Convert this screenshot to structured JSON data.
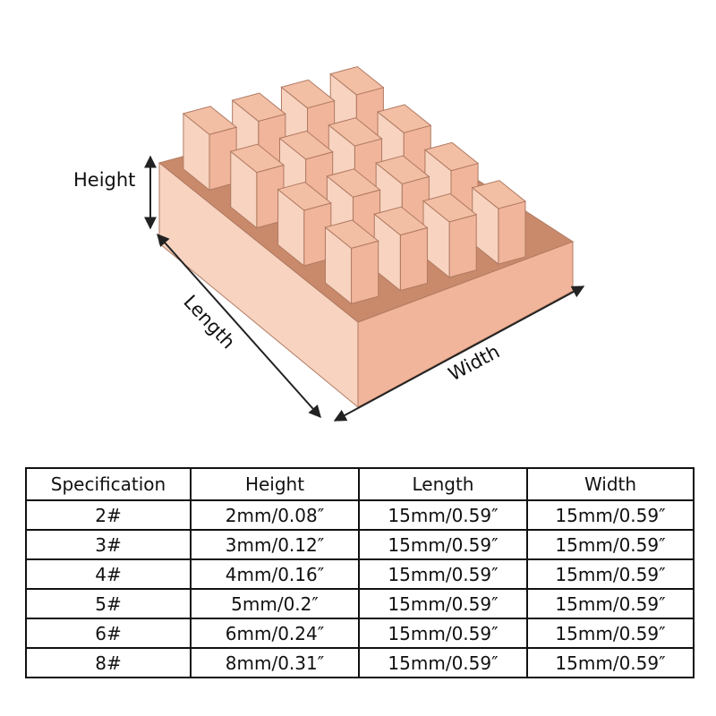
{
  "diagram": {
    "labels": {
      "height": "Height",
      "length": "Length",
      "width": "Width"
    },
    "colors": {
      "copper_top": "#f3bfa4",
      "copper_side": "#f0b59a",
      "copper_front": "#f7d3c0",
      "copper_dark": "#c98a6c",
      "outline": "#b07a62"
    }
  },
  "table": {
    "headers": [
      "Specification",
      "Height",
      "Length",
      "Width"
    ],
    "rows": [
      [
        "2#",
        "2mm/0.08″",
        "15mm/0.59″",
        "15mm/0.59″"
      ],
      [
        "3#",
        "3mm/0.12″",
        "15mm/0.59″",
        "15mm/0.59″"
      ],
      [
        "4#",
        "4mm/0.16″",
        "15mm/0.59″",
        "15mm/0.59″"
      ],
      [
        "5#",
        "5mm/0.2″",
        "15mm/0.59″",
        "15mm/0.59″"
      ],
      [
        "6#",
        "6mm/0.24″",
        "15mm/0.59″",
        "15mm/0.59″"
      ],
      [
        "8#",
        "8mm/0.31″",
        "15mm/0.59″",
        "15mm/0.59″"
      ]
    ]
  }
}
